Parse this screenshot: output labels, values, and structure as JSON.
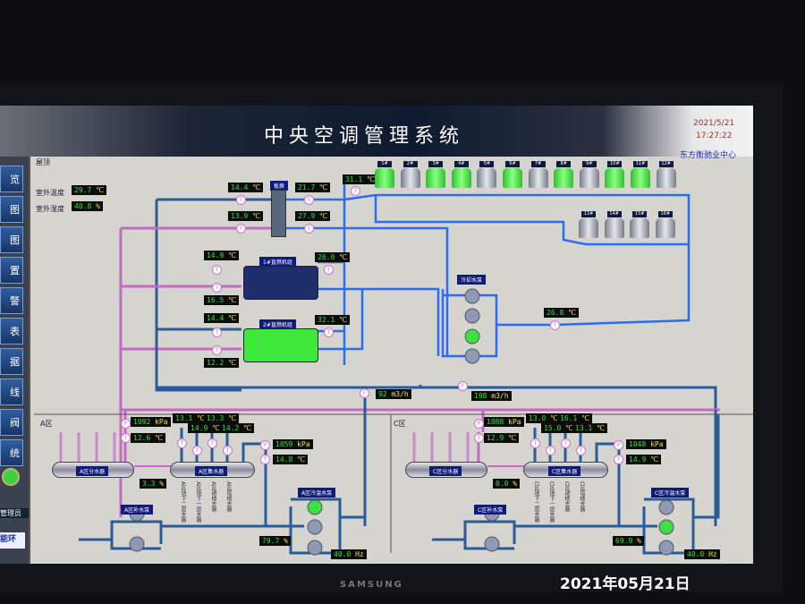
{
  "header": {
    "title": "中央空调管理系统",
    "date": "2021/5/21",
    "time": "17:27:22",
    "org": "东方衡驰业中心"
  },
  "sidebar": {
    "buttons": [
      "览",
      "图",
      "图",
      "置",
      "警",
      "表",
      "据",
      "线",
      "阀",
      "统"
    ],
    "status_label": "管理员",
    "logo": "能环"
  },
  "roof": {
    "label": "屋顶",
    "outdoor_temp_label": "室外温度",
    "outdoor_temp": "29.7",
    "outdoor_hum_label": "室外湿度",
    "outdoor_hum": "40.8",
    "pct": "%",
    "degC": "℃"
  },
  "units": {
    "c": "℃",
    "kpa": "kPa",
    "pct": "%",
    "flow": "m3/h",
    "hz": "Hz"
  },
  "sensor": {
    "t": "T",
    "p": "P",
    "f": "F"
  },
  "plate": {
    "label": "板换",
    "in_top": "14.4",
    "out_top": "21.7",
    "in_bot": "13.9",
    "out_bot": "27.9"
  },
  "cooling_tower_out": "31.1",
  "towers": [
    {
      "n": "1#",
      "on": true
    },
    {
      "n": "2#",
      "on": false
    },
    {
      "n": "3#",
      "on": true
    },
    {
      "n": "4#",
      "on": true
    },
    {
      "n": "5#",
      "on": false
    },
    {
      "n": "6#",
      "on": true
    },
    {
      "n": "7#",
      "on": false
    },
    {
      "n": "8#",
      "on": true
    },
    {
      "n": "9#",
      "on": false
    },
    {
      "n": "10#",
      "on": true
    },
    {
      "n": "11#",
      "on": true
    },
    {
      "n": "12#",
      "on": false
    },
    {
      "n": "13#",
      "on": false
    },
    {
      "n": "14#",
      "on": false
    },
    {
      "n": "15#",
      "on": false
    },
    {
      "n": "16#",
      "on": false
    }
  ],
  "chiller1": {
    "label": "1#直燃机组",
    "t1": "14.9",
    "t2": "16.5",
    "t3": "26.0",
    "running": false
  },
  "chiller2": {
    "label": "2#直燃机组",
    "t1": "14.4",
    "t2": "12.2",
    "t3": "32.1",
    "running": true
  },
  "cooling_pumps": {
    "label": "冷却水泵",
    "temp": "26.8",
    "status": [
      false,
      false,
      true,
      false
    ]
  },
  "flow": {
    "a": "92",
    "b": "198"
  },
  "zone_a": {
    "label": "A区",
    "supply_p": "1092",
    "supply_t": "12.6",
    "branch": [
      "13.1",
      "14.9",
      "13.3",
      "14.2"
    ],
    "return_p": "1059",
    "return_t": "14.8",
    "divider": "A区分水器",
    "collector": "A区集水器",
    "bypass": "3.3",
    "makeup": "A区补水泵",
    "pumps": "A区冷温水泵",
    "valve": "79.7",
    "freq": "40.0",
    "branch_names": [
      "A区地下二层支路",
      "A区地下一层支路",
      "A区裙楼支路",
      "A区塔楼支路"
    ]
  },
  "zone_c": {
    "label": "C区",
    "supply_p": "1088",
    "supply_t": "12.9",
    "branch": [
      "13.0",
      "15.0",
      "16.1",
      "13.1"
    ],
    "return_p": "1048",
    "return_t": "14.9",
    "divider": "C区分水器",
    "collector": "C区集水器",
    "bypass": "0.0",
    "makeup": "C区补水泵",
    "pumps": "C区冷温水泵",
    "valve": "69.9",
    "freq": "40.0",
    "branch_names": [
      "C区地下二层支路",
      "C区地下一层支路",
      "C区裙楼支路",
      "C区塔楼支路"
    ]
  },
  "photo": {
    "stamp": "2021年05月21日",
    "brand": "SAMSUNG"
  },
  "colors": {
    "chilled": "#2a5c9a",
    "cooling": "#2c6cf0",
    "hot": "#c46ac4",
    "run": "#3ee040",
    "off": "#8e99b4"
  }
}
